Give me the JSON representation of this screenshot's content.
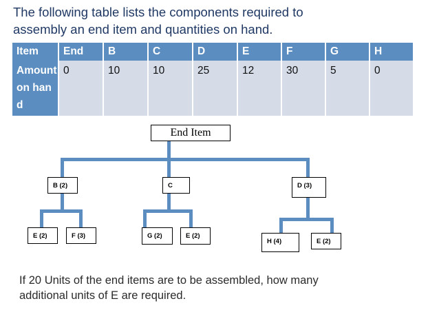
{
  "slide": {
    "title": "The following table lists the components required to\nassembly an end item and quantities on hand.",
    "question": "If 20 Units of the end items are to be assembled, how many\nadditional units of E are required."
  },
  "table": {
    "headers": [
      "Item",
      "End",
      "B",
      "C",
      "D",
      "E",
      "F",
      "G",
      "H"
    ],
    "row_label": "Amount on hand",
    "values": [
      "0",
      "10",
      "10",
      "25",
      "12",
      "30",
      "5",
      "0"
    ],
    "header_bg": "#5B8DC0",
    "body_bg": "#D5DCE8",
    "gridline_color": "#FFFFFF"
  },
  "tree": {
    "connector_color": "#5B8DC0",
    "node_border_color": "#000000",
    "nodes": {
      "root": "End Item",
      "b": "B (2)",
      "c": "C",
      "d": "D (3)",
      "b_child_1": "E (2)",
      "b_child_2": "F (3)",
      "c_child_1": "G (2)",
      "c_child_2": "E (2)",
      "d_child_1": "H (4)",
      "d_child_2": "E (2)"
    }
  }
}
